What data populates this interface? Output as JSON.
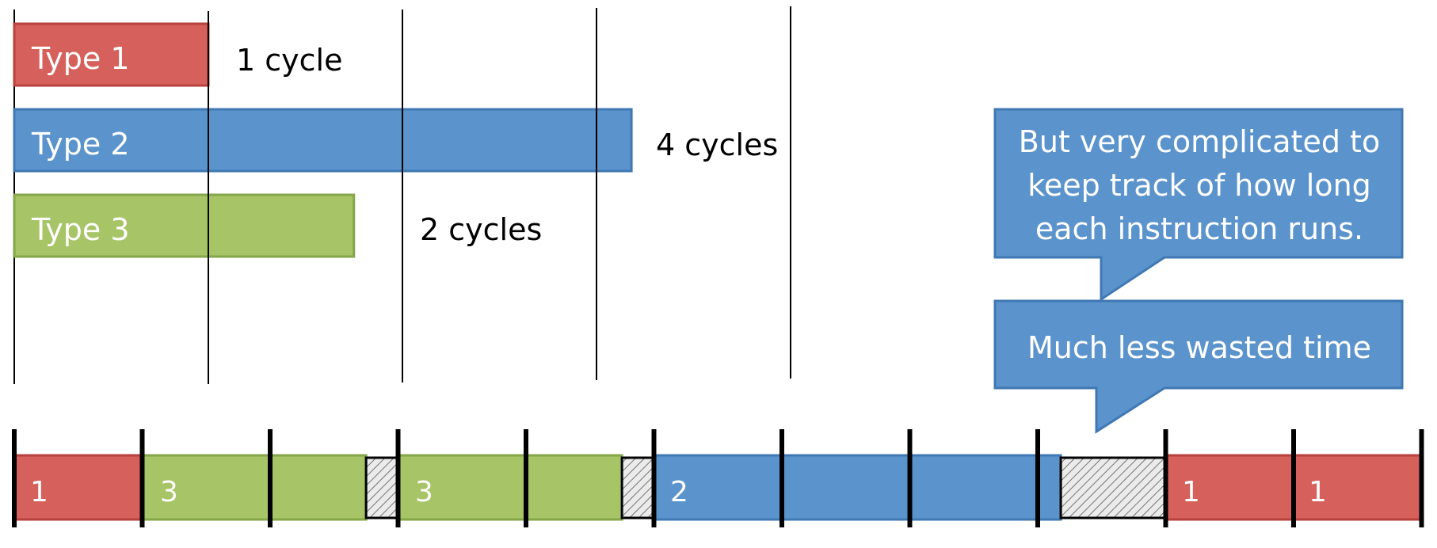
{
  "colors": {
    "type1": "#d6605b",
    "type2": "#5b93cc",
    "type3": "#a7c466",
    "callout": "#5b93cc",
    "idle_hatch": "#e6e6e6"
  },
  "top": {
    "bars": [
      {
        "label": "Type 1",
        "type": "type1",
        "cycles": 1
      },
      {
        "label": "Type 2",
        "type": "type2",
        "cycles": 3.18
      },
      {
        "label": "Type 3",
        "type": "type3",
        "cycles": 1.75
      }
    ],
    "annotations": [
      {
        "text": "1 cycle"
      },
      {
        "text": "4 cycles"
      },
      {
        "text": "2 cycles"
      }
    ],
    "cycle_lines": [
      0,
      1,
      2,
      3,
      4
    ]
  },
  "timeline": {
    "ticks": [
      0,
      1,
      2,
      3,
      4,
      5,
      6,
      7,
      8,
      9,
      10,
      11
    ],
    "segments": [
      {
        "kind": "instr",
        "type": "type1",
        "label": "1",
        "start": 0,
        "end": 1
      },
      {
        "kind": "instr",
        "type": "type3",
        "label": "3",
        "start": 1,
        "end": 2.75
      },
      {
        "kind": "idle",
        "start": 2.75,
        "end": 3
      },
      {
        "kind": "instr",
        "type": "type3",
        "label": "3",
        "start": 3,
        "end": 4.75
      },
      {
        "kind": "idle",
        "start": 4.75,
        "end": 5
      },
      {
        "kind": "instr",
        "type": "type2",
        "label": "2",
        "start": 5,
        "end": 8.18
      },
      {
        "kind": "idle",
        "start": 8.18,
        "end": 9
      },
      {
        "kind": "instr",
        "type": "type1",
        "label": "1",
        "start": 9,
        "end": 10
      },
      {
        "kind": "instr",
        "type": "type1",
        "label": "1",
        "start": 10,
        "end": 11
      }
    ]
  },
  "callouts": {
    "complicated": "But very complicated to keep track of how long each instruction runs.",
    "less_wasted": "Much less wasted time"
  }
}
